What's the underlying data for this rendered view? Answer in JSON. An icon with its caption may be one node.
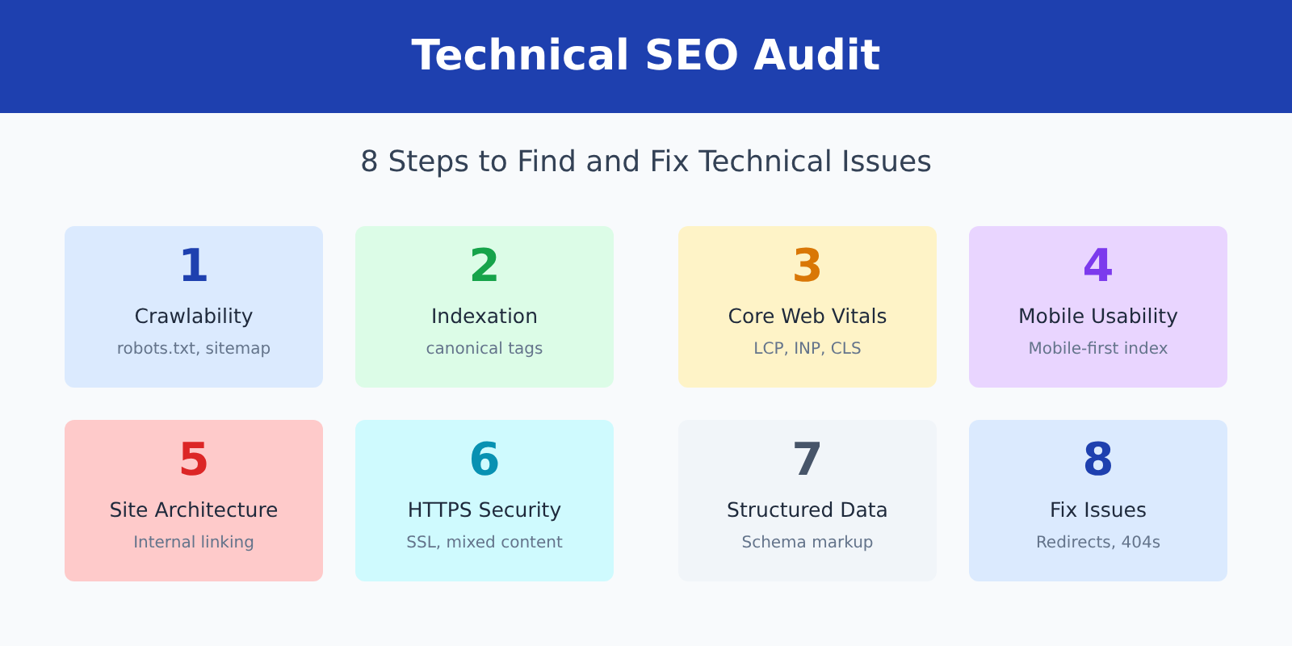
{
  "diagram": {
    "title": "Technical SEO Audit",
    "labels": [
      "8 Steps to Find and Fix Technical Issues"
    ],
    "nodes": [
      {
        "text": [
          "1",
          "Crawlability",
          "robots.txt, sitemap"
        ]
      },
      {
        "text": [
          "2",
          "Indexation",
          "canonical tags"
        ]
      },
      {
        "text": [
          "3",
          "Core Web Vitals",
          "LCP, INP, CLS"
        ]
      },
      {
        "text": [
          "4",
          "Mobile Usability",
          "Mobile-first index"
        ]
      },
      {
        "text": [
          "5",
          "Site Architecture",
          "Internal linking"
        ]
      },
      {
        "text": [
          "6",
          "HTTPS Security",
          "SSL, mixed content"
        ]
      },
      {
        "text": [
          "7",
          "Structured Data",
          "Schema markup"
        ]
      },
      {
        "text": [
          "8",
          "Fix Issues",
          "Redirects, 404s"
        ]
      }
    ]
  }
}
